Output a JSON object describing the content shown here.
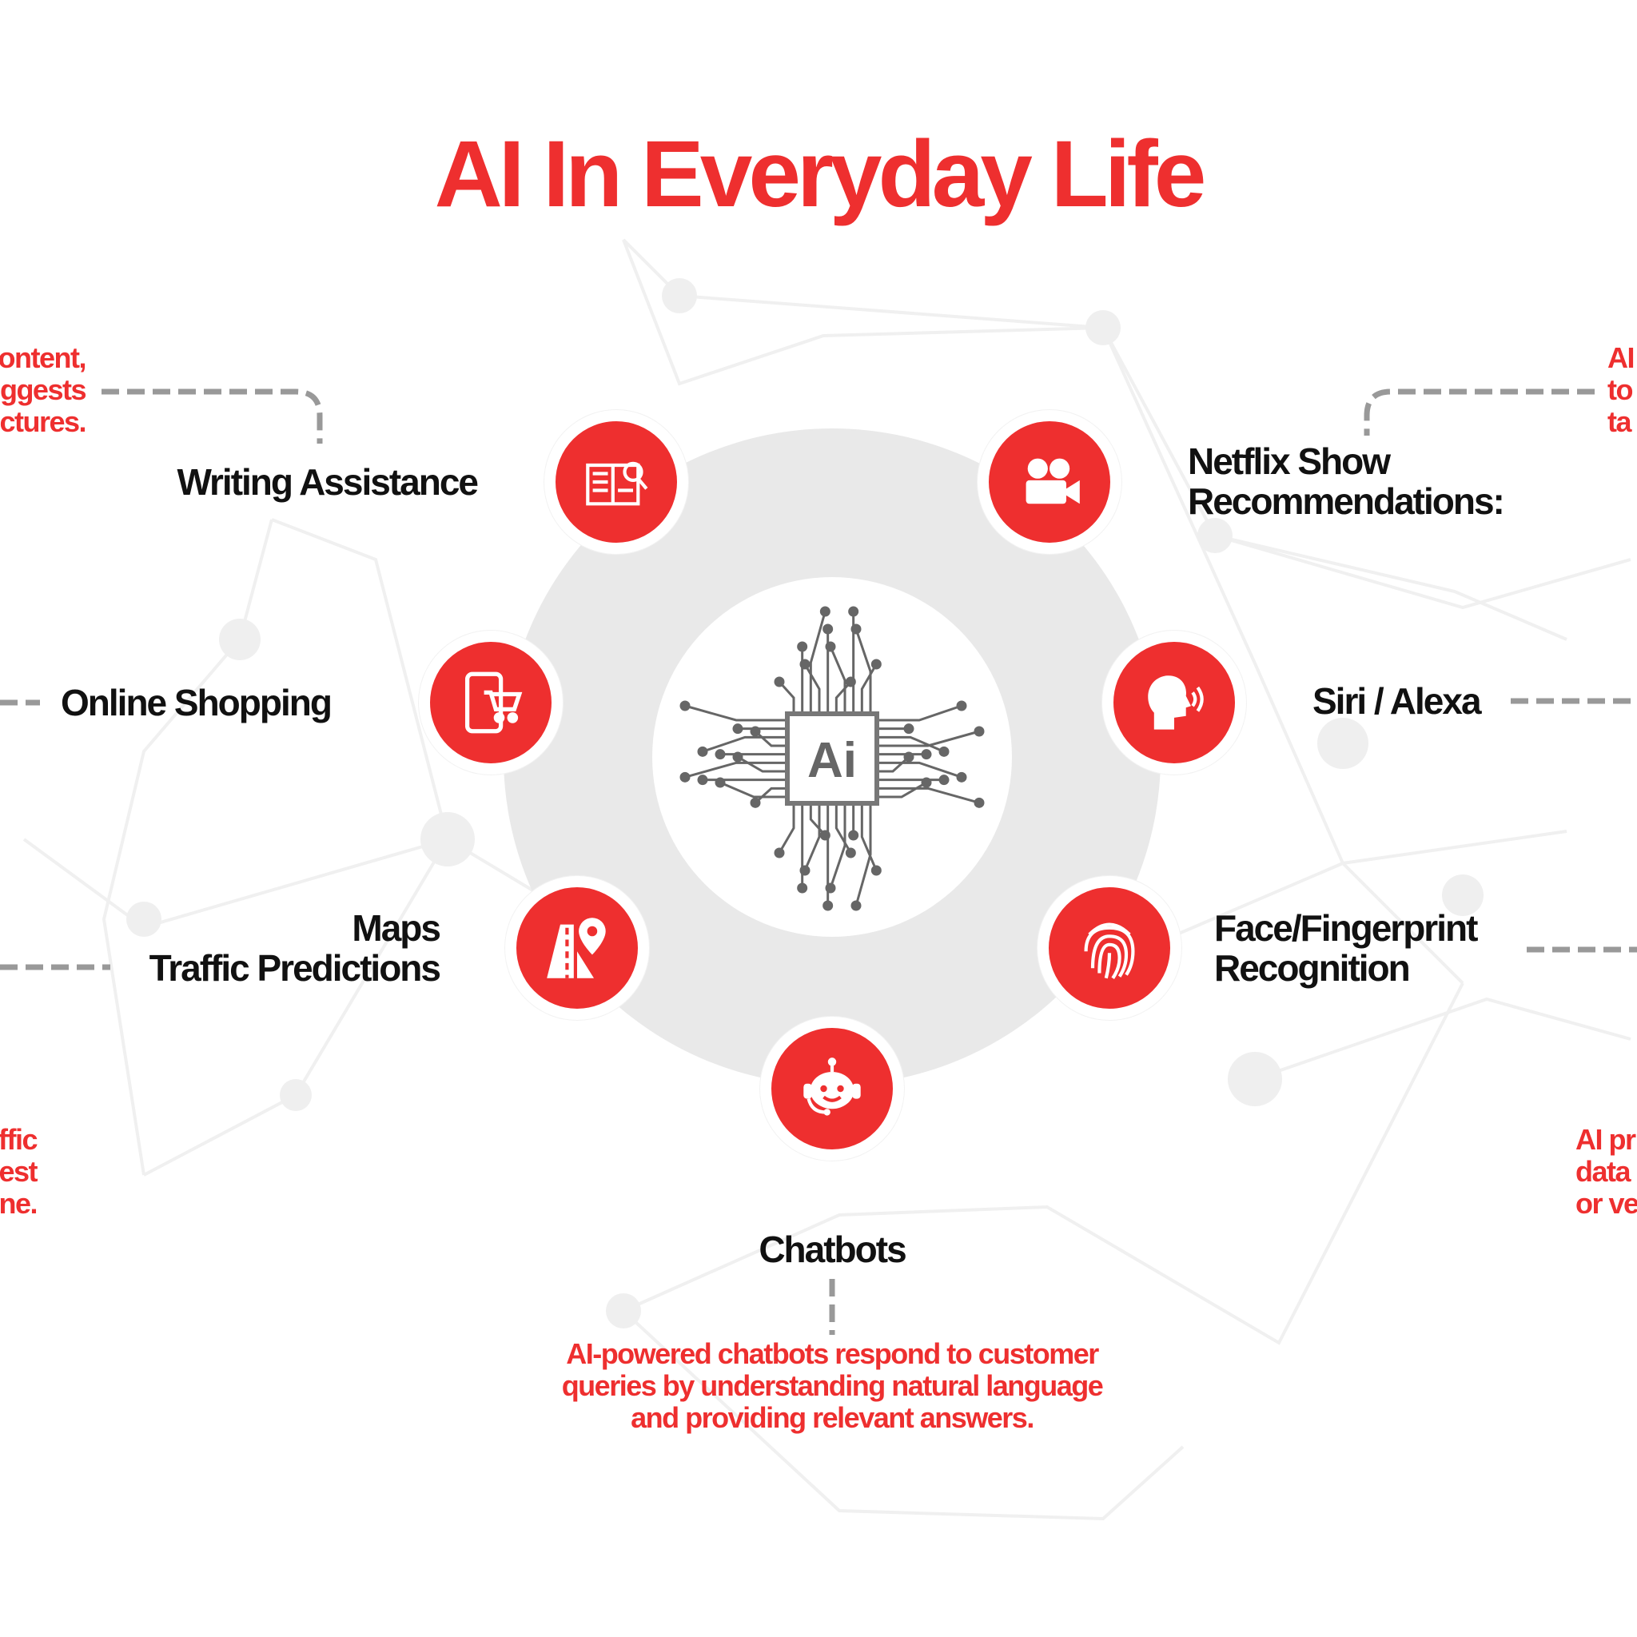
{
  "title": "AI In Everyday Life",
  "center_chip": {
    "label": "Ai"
  },
  "nodes": {
    "writing": {
      "label": "Writing Assistance",
      "icon": "book-search-icon"
    },
    "netflix": {
      "label_lines": [
        "Netflix Show",
        "Recommendations:"
      ],
      "icon": "film-camera-icon"
    },
    "shopping": {
      "label": "Online Shopping",
      "icon": "phone-cart-icon"
    },
    "siri": {
      "label": "Siri / Alexa",
      "icon": "speaking-head-icon"
    },
    "maps": {
      "label_lines": [
        "Maps",
        "Traffic Predictions"
      ],
      "icon": "road-pin-icon"
    },
    "face": {
      "label_lines": [
        "Face/Fingerprint",
        "Recognition"
      ],
      "icon": "fingerprint-icon"
    },
    "chatbot": {
      "label": "Chatbots",
      "icon": "robot-icon",
      "description_lines": [
        "AI-powered chatbots respond to customer",
        "queries by understanding natural language",
        "and providing relevant answers."
      ]
    }
  },
  "edge_texts": {
    "left_top": [
      "ontent,",
      "ggests",
      "ctures."
    ],
    "right_top": [
      "AI",
      "to",
      "ta"
    ],
    "left_bottom": [
      "ffic",
      "est",
      "ne."
    ],
    "right_bottom": [
      "AI pr",
      "data",
      "or ve"
    ]
  },
  "colors": {
    "accent": "#ee2f2f",
    "ring": "#e9e9e9",
    "text": "#111111"
  }
}
